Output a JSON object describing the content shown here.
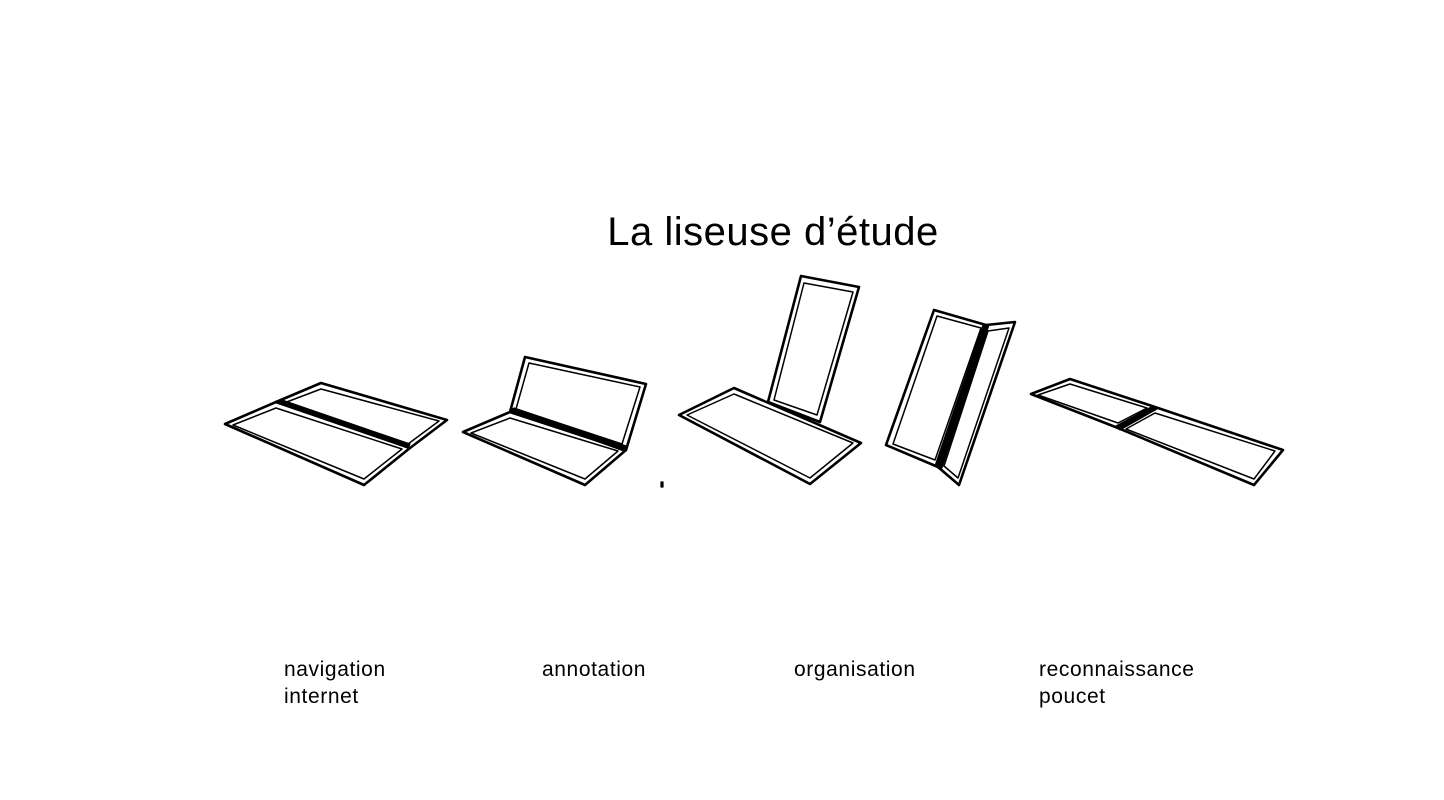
{
  "title": "La liseuse d’étude",
  "modes": [
    {
      "id": "navigation",
      "lines": [
        "navigation",
        "internet"
      ]
    },
    {
      "id": "annotation",
      "lines": [
        "annotation"
      ]
    },
    {
      "id": "organisation",
      "lines": [
        "organisation"
      ]
    },
    {
      "id": "reconnaissance",
      "lines": [
        "reconnaissance",
        "poucet"
      ]
    }
  ]
}
